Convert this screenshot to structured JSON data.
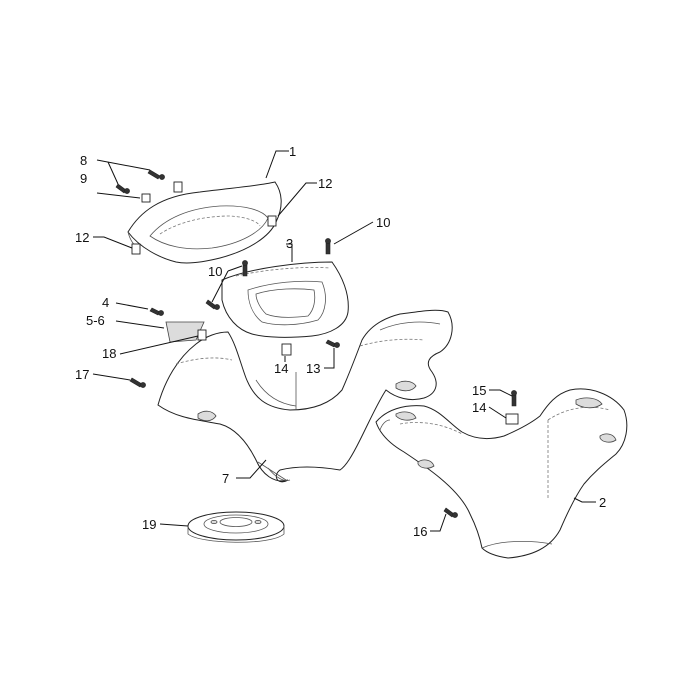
{
  "diagram": {
    "callouts": {
      "c1": "1",
      "c2": "2",
      "c3": "3",
      "c4": "4",
      "c5_6": "5-6",
      "c7": "7",
      "c8": "8",
      "c9": "9",
      "c10a": "10",
      "c10b": "10",
      "c12a": "12",
      "c12b": "12",
      "c13": "13",
      "c14a": "14",
      "c14b": "14",
      "c15": "15",
      "c16": "16",
      "c17": "17",
      "c18": "18",
      "c19": "19"
    }
  }
}
